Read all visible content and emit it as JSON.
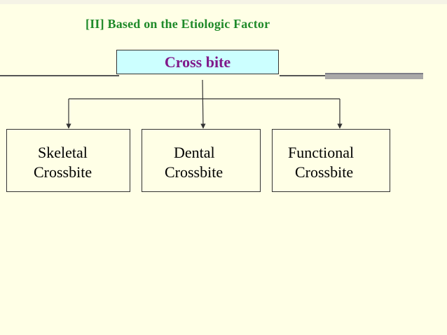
{
  "slide": {
    "title": "[II] Based on the Etiologic Factor",
    "root": "Cross bite",
    "children": [
      {
        "line1": "Skeletal",
        "line2": "Crossbite"
      },
      {
        "line1": "Dental",
        "line2": "Crossbite"
      },
      {
        "line1": "Functional",
        "line2": "Crossbite"
      }
    ]
  },
  "colors": {
    "title": "#1f8a2a",
    "root_text": "#80198a",
    "root_fill": "#ccffff",
    "background": "#ffffe6",
    "lines": "#333333"
  }
}
